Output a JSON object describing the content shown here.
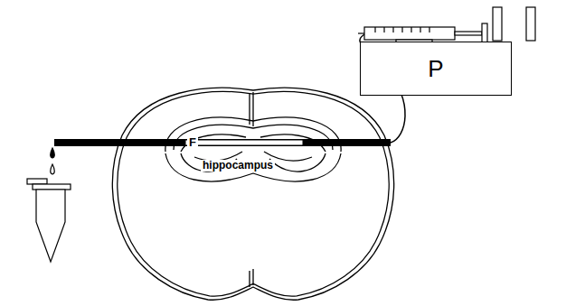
{
  "diagram": {
    "nodes": [
      {
        "text": [
          "P"
        ]
      }
    ],
    "labels": [
      "F",
      "hippocampus"
    ]
  }
}
